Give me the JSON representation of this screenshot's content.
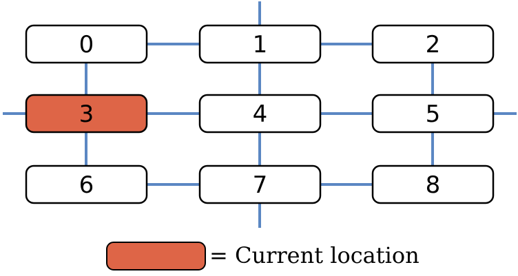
{
  "colors": {
    "edge": "#5b87c3",
    "node_fill": "#ffffff",
    "current_fill": "#de6547",
    "stroke": "#000000"
  },
  "nodes": [
    {
      "label": "0",
      "current": false
    },
    {
      "label": "1",
      "current": false
    },
    {
      "label": "2",
      "current": false
    },
    {
      "label": "3",
      "current": true
    },
    {
      "label": "4",
      "current": false
    },
    {
      "label": "5",
      "current": false
    },
    {
      "label": "6",
      "current": false
    },
    {
      "label": "7",
      "current": false
    },
    {
      "label": "8",
      "current": false
    }
  ],
  "legend": {
    "label": "= Current location"
  }
}
